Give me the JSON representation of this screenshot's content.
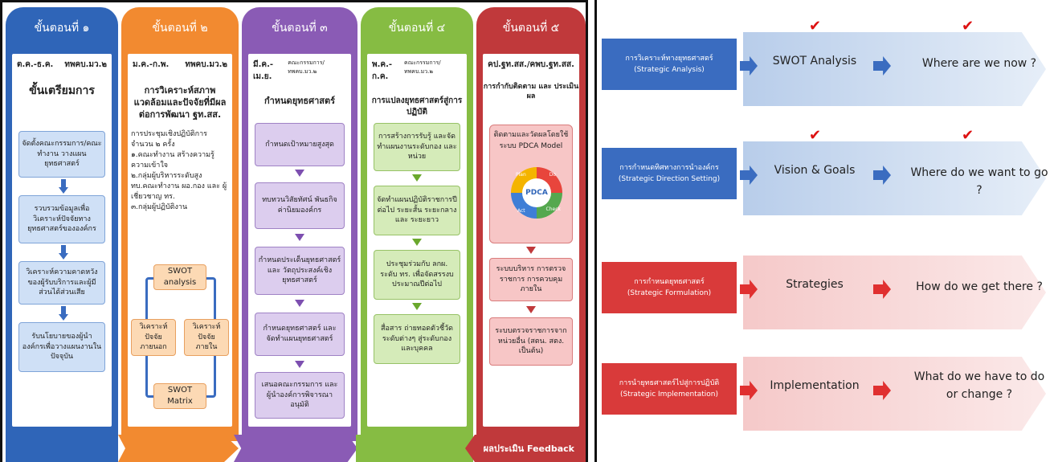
{
  "left": {
    "columns": [
      {
        "header": "ขั้นตอนที่ ๑",
        "color": "#2f65b8",
        "dates": [
          "ต.ค.-ธ.ค.",
          "ทพคบ.มว.๒"
        ],
        "title": "ขั้นเตรียมการ",
        "boxes": [
          "จัดตั้งคณะกรรมการ/คณะทำงาน วางแผนยุทธศาสตร์",
          "รวบรวมข้อมูลเพื่อวิเคราะห์ปัจจัยทางยุทธศาสตร์ขององค์กร",
          "วิเคราะห์ความคาดหวังของผู้รับบริการและผู้มีส่วนได้ส่วนเสีย",
          "รับนโยบายของผู้นำองค์กรเพื่อวางแผนงานในปัจจุบัน"
        ]
      },
      {
        "header": "ขั้นตอนที่ ๒",
        "color": "#f28a30",
        "dates": [
          "ม.ค.-ก.พ.",
          "ทพคบ.มว.๒"
        ],
        "title": "การวิเคราะห์สภาพแวดล้อมและปัจจัยที่มีผลต่อการพัฒนา ฐท.สส.",
        "notes": [
          "การประชุมเชิงปฏิบัติการ จำนวน ๒ ครั้ง",
          "๑.คณะทำงาน สร้างความรู้ความเข้าใจ",
          "๒.กลุ่มผู้บริหารระดับสูง ทบ.คณะทำงาน ผอ.กอง และ ผู้เชี่ยวชาญ ทร.",
          "๓.กลุ่มผู้ปฏิบัติงาน"
        ],
        "swot_top": "SWOT analysis",
        "swot_left": "วิเคราะห์ ปัจจัยภายนอก",
        "swot_right": "วิเคราะห์ ปัจจัยภายใน",
        "swot_bottom": "SWOT Matrix"
      },
      {
        "header": "ขั้นตอนที่ ๓",
        "color": "#8a5bb5",
        "dates": [
          "มี.ค.-เม.ย.",
          "คณะกรรมการ/ทพคบ.มว.๒"
        ],
        "title": "กำหนดยุทธศาสตร์",
        "boxes": [
          "กำหนดเป้าหมายสูงสุด",
          "ทบทวนวิสัยทัศน์ พันธกิจ ค่านิยมองค์กร",
          "กำหนดประเด็นยุทธศาสตร์ และ วัตถุประสงค์เชิงยุทธศาสตร์",
          "กำหนดยุทธศาสตร์ และ จัดทำแผนยุทธศาสตร์",
          "เสนอคณะกรรมการ และ ผู้นำองค์การพิจารณาอนุมัติ"
        ]
      },
      {
        "header": "ขั้นตอนที่ ๔",
        "color": "#86bc43",
        "dates": [
          "พ.ค.-ก.ค.",
          "คณะกรรมการ/ทพคบ.มว.๒"
        ],
        "title": "การแปลงยุทธศาสตร์สู่การปฏิบัติ",
        "boxes": [
          "การสร้างการรับรู้ และจัดทำแผนงานระดับกอง และ หน่วย",
          "จัดทำแผนปฏิบัติราชการปีต่อไป ระยะสั้น ระยะกลาง และ ระยะยาว",
          "ประชุมร่วมกับ ลกผ. ระดับ ทร. เพื่อจัดสรรงบประมาณปีต่อไป",
          "สื่อสาร ถ่ายทอดตัวชี้วัดระดับต่างๆ สู่ระดับกอง และบุคคล"
        ]
      },
      {
        "header": "ขั้นตอนที่ ๕",
        "color": "#c0393b",
        "dates": [
          "คป.ฐท.สส./คพบ.ฐท.สส."
        ],
        "title": "การกำกับติดตาม และ ประเมินผล",
        "pdca_title": "ติดตามและวัดผลโดยใช้ระบบ PDCA Model",
        "pdca_center": "PDCA",
        "pdca_plan": "Plan",
        "pdca_do": "Do",
        "pdca_check": "Check",
        "pdca_act": "Act",
        "boxes": [
          "ระบบบริหาร การตรวจราชการ การควบคุมภายใน",
          "ระบบตรวจราชการจากหน่วยอื่น (สตน. สตง. เป็นต้น)"
        ],
        "feedback": "ผลประเมิน Feedback"
      }
    ]
  },
  "right": {
    "rows": [
      {
        "left_th": "การวิเคราะห์ทางยุทธศาสตร์",
        "left_en": "(Strategic Analysis)",
        "middle": "SWOT Analysis",
        "question": "Where are we now ?",
        "theme": "blue",
        "checks": true
      },
      {
        "left_th": "การกำหนดทิศทางการนำองค์กร",
        "left_en": "(Strategic Direction Setting)",
        "middle": "Vision & Goals",
        "question": "Where do we want to go ?",
        "theme": "blue",
        "checks": true
      },
      {
        "left_th": "การกำหนดยุทธศาสตร์",
        "left_en": "(Strategic Formulation)",
        "middle": "Strategies",
        "question": "How do we get there ?",
        "theme": "red",
        "checks": false
      },
      {
        "left_th": "การนำยุทธศาสตร์ไปสู่การปฏิบัติ",
        "left_en": "(Strategic Implementation)",
        "middle": "Implementation",
        "question": "What do we have to do or change ?",
        "theme": "red",
        "checks": false
      }
    ],
    "check_glyph": "✔",
    "colors": {
      "blue": "#3a6cc0",
      "red": "#d93a3a"
    }
  }
}
